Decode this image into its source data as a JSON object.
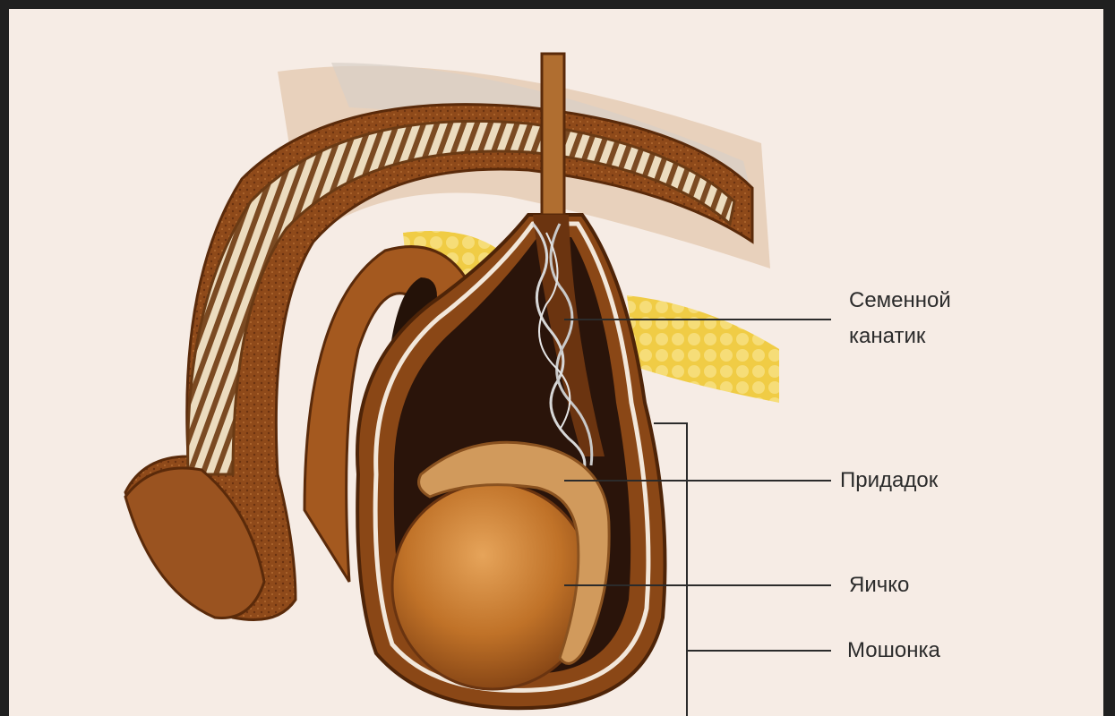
{
  "diagram": {
    "labels": {
      "spermatic_cord": "Семенной\nканатик",
      "epididymis": "Придадок",
      "testis": "Яичко",
      "scrotum": "Мошонка"
    },
    "colors": {
      "background": "#f6ece5",
      "frame": "#202020",
      "tissue_dark": "#7a3e14",
      "tissue_mid": "#a85a22",
      "tissue_light": "#e9d6b8",
      "fat_yellow": "#f1d35a",
      "testis": "#c77a2c",
      "leader_line": "#2b2b2b"
    }
  }
}
